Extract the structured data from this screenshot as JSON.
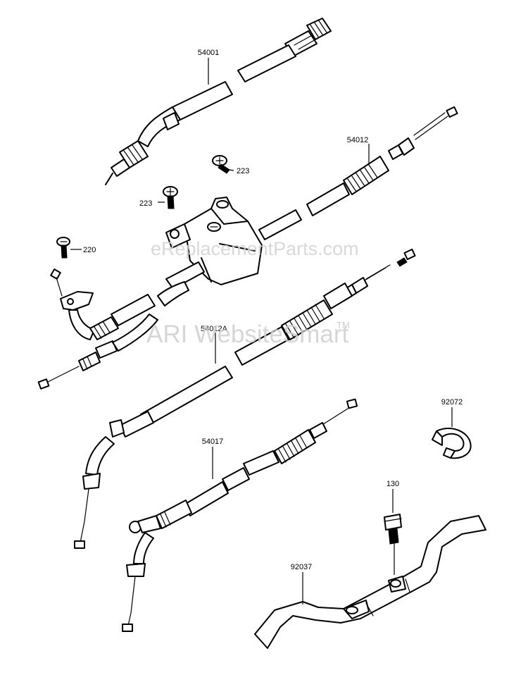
{
  "watermarks": {
    "site": "eReplacementParts.com",
    "ari": "ARI WebsiteSmart",
    "tm": "TM"
  },
  "parts": {
    "p54001": "54001",
    "p54012": "54012",
    "p223a": "223",
    "p223b": "223",
    "p220": "220",
    "p54012A": "54012A",
    "p92072": "92072",
    "p54017": "54017",
    "p130": "130",
    "p92037": "92037"
  }
}
